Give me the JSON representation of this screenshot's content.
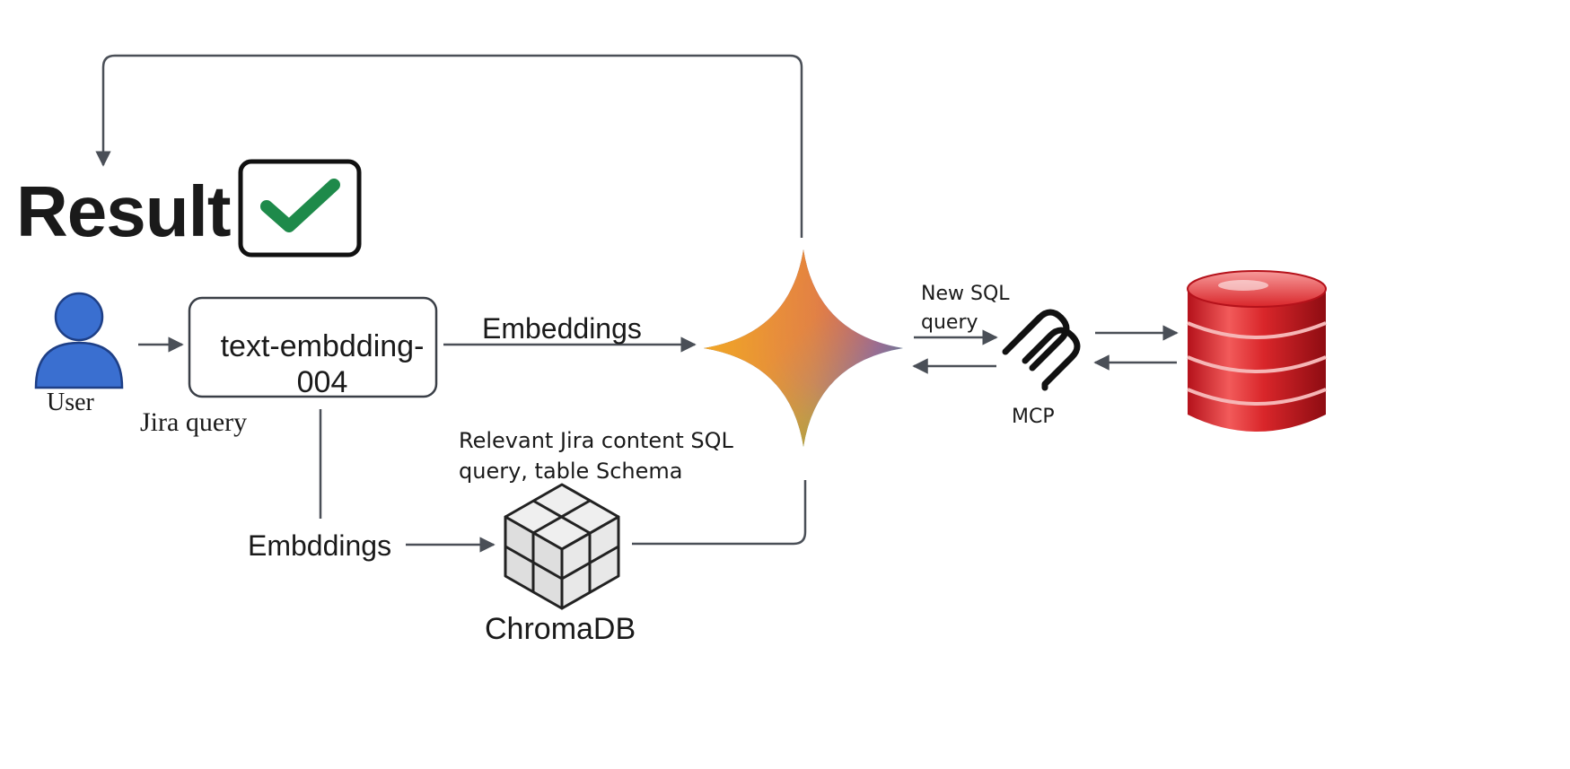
{
  "result": {
    "title": "Result"
  },
  "user": {
    "label": "User"
  },
  "input": {
    "label": "Jira query"
  },
  "embedding_model": {
    "label": "text-embdding-004"
  },
  "flows": {
    "embeddings_top": "Embeddings",
    "embeddings_bottom": "Embddings",
    "relevant_context": "Relevant Jira content SQL query, table Schema",
    "new_sql_query": "New SQL query"
  },
  "mcp": {
    "label": "MCP"
  },
  "vector_db": {
    "label": "ChromaDB"
  },
  "icons": {
    "user": "user-icon",
    "check": "check-icon",
    "llm": "gemini-star-icon",
    "mcp": "mcp-icon",
    "chroma": "cube-icon",
    "database": "database-icon"
  },
  "colors": {
    "arrow": "#4a4f57",
    "user_fill": "#3a6fd0",
    "check_green": "#1e8a4a",
    "db_red": "#d9262a"
  }
}
